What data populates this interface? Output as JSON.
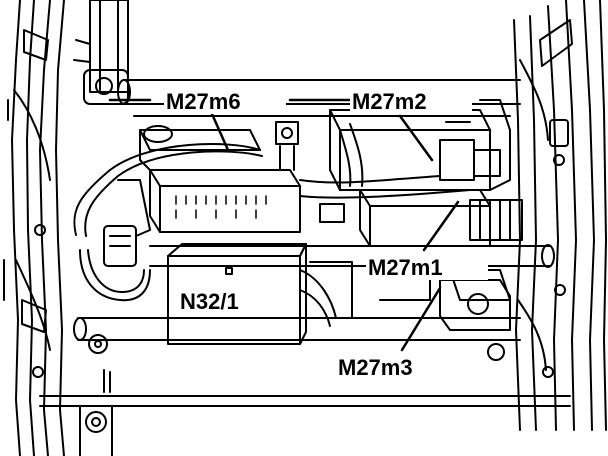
{
  "labels": {
    "m27m6": "M27m6",
    "m27m2": "M27m2",
    "m27m1": "M27m1",
    "n32_1": "N32/1",
    "m27m3": "M27m3"
  },
  "colors": {
    "ink": "#000000",
    "paper": "#ffffff"
  }
}
